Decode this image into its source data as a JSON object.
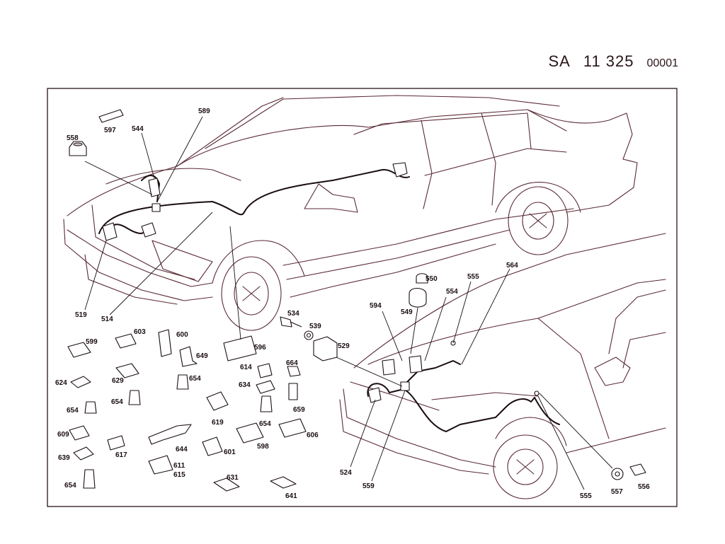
{
  "header": {
    "prefix": "SA",
    "number": "11 325",
    "code": "00001"
  },
  "labels": {
    "l597": "597",
    "l544": "544",
    "l589": "589",
    "l558": "558",
    "l519": "519",
    "l514": "514",
    "l534": "534",
    "l539": "539",
    "l596": "596",
    "l529": "529",
    "l550": "550",
    "l555a": "555",
    "l564": "564",
    "l554": "554",
    "l594": "594",
    "l549": "549",
    "l599": "599",
    "l603": "603",
    "l600": "600",
    "l649": "649",
    "l624": "624",
    "l629": "629",
    "l654a": "654",
    "l654b": "654",
    "l654c": "654",
    "l654d": "654",
    "l654e": "654",
    "l614": "614",
    "l664": "664",
    "l634": "634",
    "l659": "659",
    "l619": "619",
    "l609": "609",
    "l617": "617",
    "l644": "644",
    "l601": "601",
    "l598": "598",
    "l606": "606",
    "l639": "639",
    "l611": "611",
    "l615": "615",
    "l631": "631",
    "l641": "641",
    "l524": "524",
    "l559": "559",
    "l555b": "555",
    "l557": "557",
    "l556": "556"
  },
  "colors": {
    "outline": "#5a2a35",
    "ink": "#1a0d0f"
  }
}
